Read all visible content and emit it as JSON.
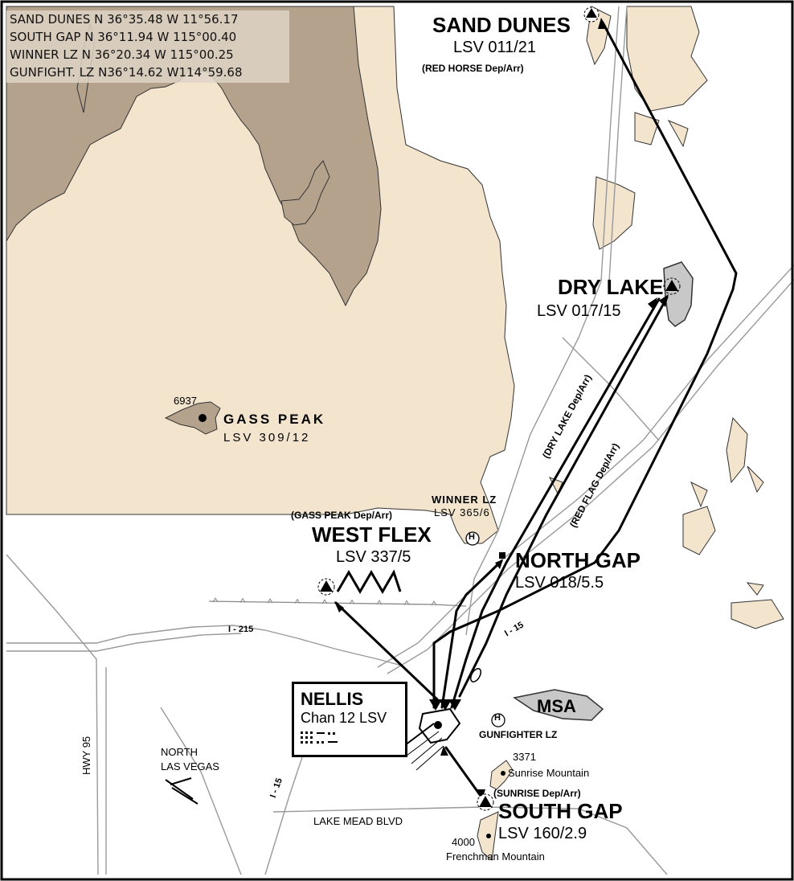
{
  "coordinates": [
    "SAND DUNES N 36°35.48 W 11°56.17",
    "SOUTH GAP N 36°11.94 W 115°00.40",
    "WINNER LZ N 36°20.34 W 115°00.25",
    "GUNFIGHT. LZ N36°14.62 W114°59.68"
  ],
  "points": {
    "sand_dunes": {
      "name": "SAND DUNES",
      "radial": "LSV 011/21",
      "route": "(RED HORSE Dep/Arr)"
    },
    "dry_lake": {
      "name": "DRY LAKE",
      "radial": "LSV 017/15"
    },
    "gass_peak": {
      "elev": "6937",
      "name": "GASS PEAK",
      "radial": "LSV 309/12"
    },
    "winner_lz": {
      "name": "WINNER LZ",
      "radial": "LSV 365/6"
    },
    "west_flex": {
      "route": "(GASS PEAK Dep/Arr)",
      "name": "WEST FLEX",
      "radial": "LSV 337/5"
    },
    "north_gap": {
      "name": "NORTH GAP",
      "radial": "LSV 018/5.5"
    },
    "south_gap": {
      "route": "(SUNRISE Dep/Arr)",
      "name": "SOUTH GAP",
      "radial": "LSV 160/2.9"
    },
    "gunfighter_lz": {
      "name": "GUNFIGHTER LZ"
    },
    "msa": {
      "name": "MSA"
    }
  },
  "routes": {
    "dry_lake": "(DRY LAKE Dep/Arr)",
    "red_flag": "(RED FLAG Dep/Arr)"
  },
  "nellis": {
    "name": "NELLIS",
    "channel": "Chan 12 LSV"
  },
  "heliport_symbol": "H",
  "roads": {
    "i215": "I - 215",
    "i15_north": "I - 15",
    "i15_south": "I - 15",
    "hwy95": "HWY 95",
    "lake_mead": "LAKE MEAD BLVD"
  },
  "places": {
    "north_lv_1": "NORTH",
    "north_lv_2": "LAS VEGAS"
  },
  "mountains": {
    "sunrise_elev": "3371",
    "sunrise_name": "Sunrise Mountain",
    "frenchman_elev": "4000",
    "frenchman_name": "Frenchman Mountain"
  },
  "colors": {
    "terrain_low": "#f2e4cd",
    "terrain_high": "#b4a28c",
    "lake": "#c8c8c8",
    "route": "#000000"
  }
}
